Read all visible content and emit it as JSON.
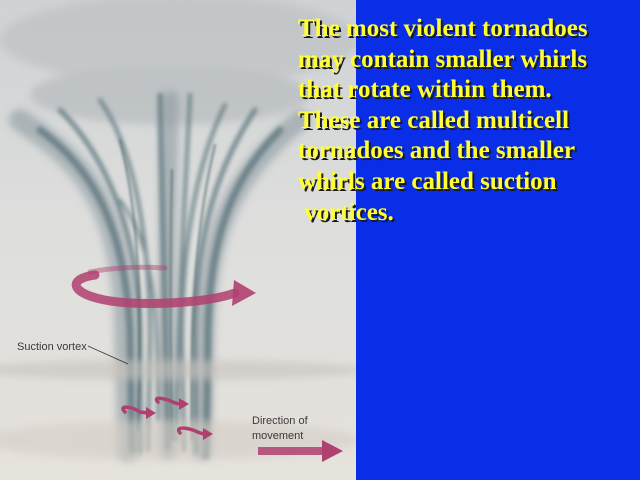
{
  "slide": {
    "text_lines": [
      "The most violent tornadoes",
      "may contain smaller whirls",
      "that rotate within them.",
      "These are called multicell",
      "tornadoes and the smaller",
      "whirls are called suction",
      " vortices."
    ],
    "colors": {
      "background": "#0a2ee8",
      "text": "#ffff33",
      "arrow": "#b04070"
    }
  },
  "illustration": {
    "label_suction_vortex": "Suction vortex",
    "label_direction_line1": "Direction of",
    "label_direction_line2": "movement"
  }
}
